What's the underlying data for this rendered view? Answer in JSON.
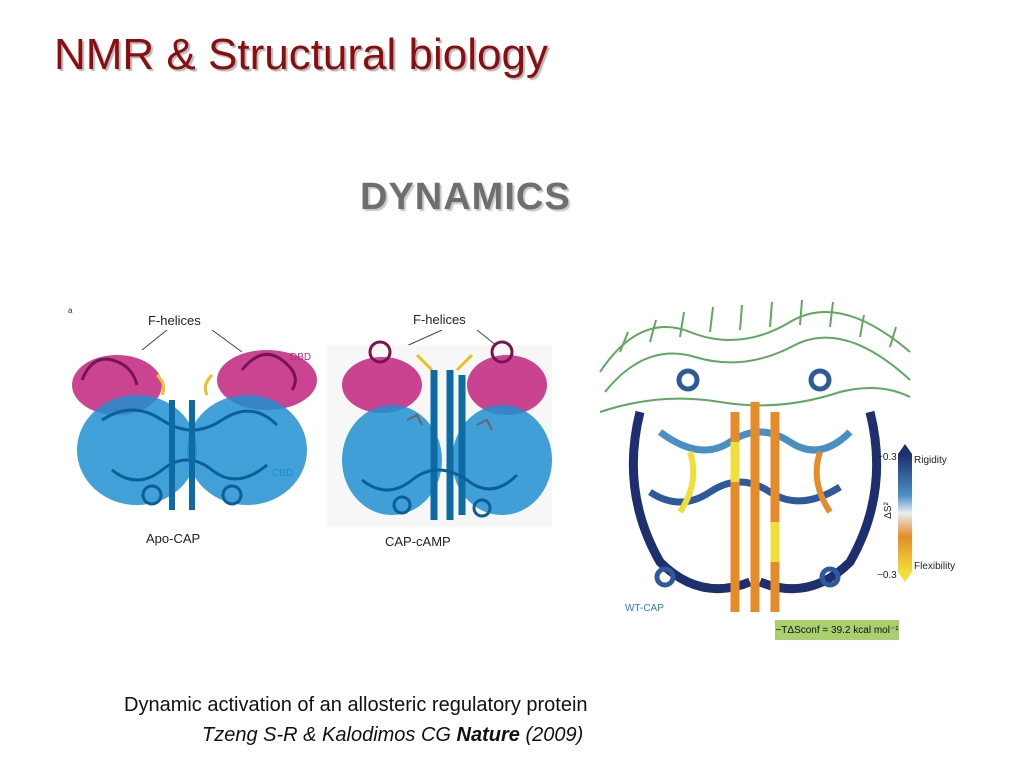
{
  "slide": {
    "title": "NMR & Structural biology",
    "subtitle": "DYNAMICS",
    "panel_mark": "a"
  },
  "figure_left": {
    "label_f_helices_1": "F-helices",
    "label_f_helices_2": "F-helices",
    "label_dbd": "DBD",
    "label_cbd": "CBD",
    "label_apo": "Apo-CAP",
    "label_camp": "CAP-cAMP",
    "colors": {
      "dbd_magenta": "#c2237f",
      "cbd_blue": "#1e8fd0",
      "linker_yellow": "#e7c21d"
    }
  },
  "figure_right": {
    "label_wt": "WT-CAP",
    "legend_top_value": "+0.3",
    "legend_bottom_value": "−0.3",
    "legend_rigidity": "Rigidity",
    "legend_flexibility": "Flexibility",
    "legend_axis": "ΔS²",
    "energy_text": "−TΔSconf = 39.2 kcal mol⁻¹",
    "colors": {
      "dna_green": "#5fa85f",
      "rigid_navy": "#1d2f6e",
      "mid_blue": "#4a8fc4",
      "flex_orange": "#e58b2a",
      "flex_yellow": "#f0df3a",
      "energy_box": "#a9cf6f"
    }
  },
  "caption": {
    "line1": "Dynamic activation of an allosteric regulatory protein",
    "line2_authors": "Tzeng S-R & Kalodimos CG ",
    "line2_journal": "Nature",
    "line2_year": " (2009)"
  }
}
